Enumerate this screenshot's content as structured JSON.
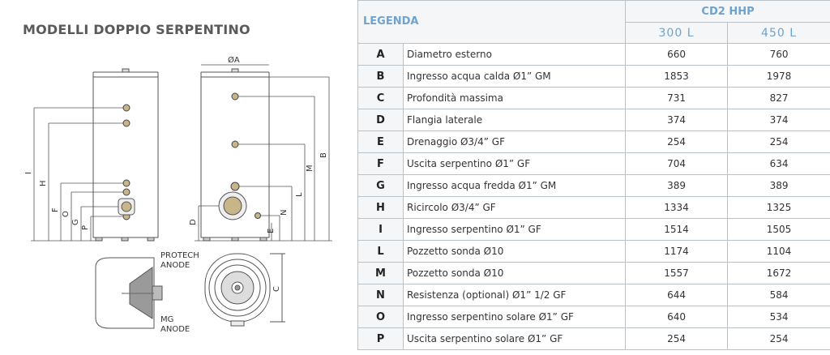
{
  "title": "MODELLI DOPPIO SERPENTINO",
  "drawing": {
    "dim_labels": [
      "I",
      "H",
      "F",
      "O",
      "G",
      "P",
      "ØA",
      "D",
      "E",
      "N",
      "L",
      "M",
      "B",
      "C"
    ],
    "protech_label_1": "PROTECH",
    "protech_label_2": "ANODE",
    "mg_label_1": "MG",
    "mg_label_2": "ANODE"
  },
  "table": {
    "legend_header": "LEGENDA",
    "group_header": "CD2 HHP",
    "columns": [
      "300 L",
      "450 L"
    ],
    "rows": [
      {
        "key": "A",
        "desc": "Diametro esterno",
        "v300": "660",
        "v450": "760"
      },
      {
        "key": "B",
        "desc": "Ingresso acqua calda Ø1” GM",
        "v300": "1853",
        "v450": "1978"
      },
      {
        "key": "C",
        "desc": "Profondità massima",
        "v300": "731",
        "v450": "827"
      },
      {
        "key": "D",
        "desc": "Flangia laterale",
        "v300": "374",
        "v450": "374"
      },
      {
        "key": "E",
        "desc": "Drenaggio Ø3/4” GF",
        "v300": "254",
        "v450": "254"
      },
      {
        "key": "F",
        "desc": "Uscita serpentino Ø1” GF",
        "v300": "704",
        "v450": "634"
      },
      {
        "key": "G",
        "desc": "Ingresso acqua fredda Ø1” GM",
        "v300": "389",
        "v450": "389"
      },
      {
        "key": "H",
        "desc": "Ricircolo Ø3/4” GF",
        "v300": "1334",
        "v450": "1325"
      },
      {
        "key": "I",
        "desc": "Ingresso serpentino Ø1” GF",
        "v300": "1514",
        "v450": "1505"
      },
      {
        "key": "L",
        "desc": "Pozzetto sonda Ø10",
        "v300": "1174",
        "v450": "1104"
      },
      {
        "key": "M",
        "desc": "Pozzetto sonda Ø10",
        "v300": "1557",
        "v450": "1672"
      },
      {
        "key": "N",
        "desc": "Resistenza (optional) Ø1” 1/2 GF",
        "v300": "644",
        "v450": "584"
      },
      {
        "key": "O",
        "desc": "Ingresso serpentino solare Ø1” GF",
        "v300": "640",
        "v450": "534"
      },
      {
        "key": "P",
        "desc": "Uscita serpentino solare Ø1” GF",
        "v300": "254",
        "v450": "254"
      }
    ]
  }
}
